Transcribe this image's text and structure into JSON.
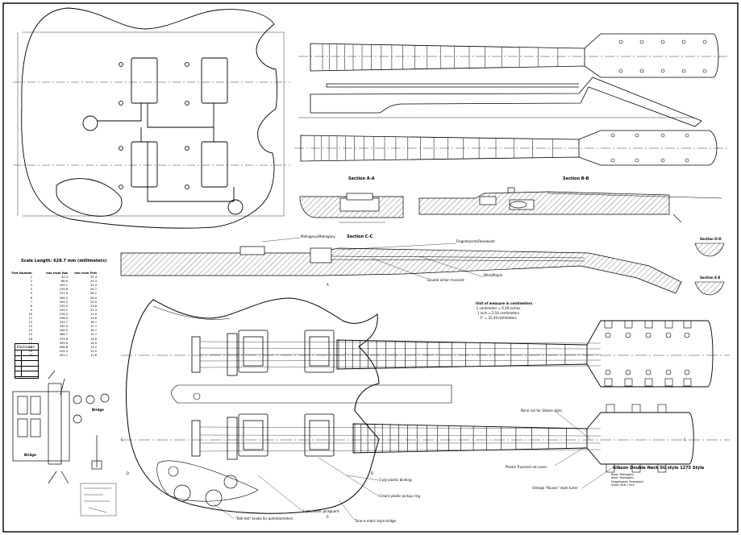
{
  "sheet": {
    "title_block": "Gibson Double Neck SG style 1275 Style",
    "scale_title": "Scale Length: 628.7 mm (millimeters)",
    "fret_table": {
      "headers": [
        "Fret Number",
        "mm from Nut",
        "mm from Fret"
      ],
      "rows": [
        [
          "1",
          "35.3",
          "35.3"
        ],
        [
          "2",
          "68.6",
          "33.3"
        ],
        [
          "3",
          "100.1",
          "31.5"
        ],
        [
          "4",
          "129.8",
          "29.7"
        ],
        [
          "5",
          "157.9",
          "28.1"
        ],
        [
          "6",
          "184.3",
          "26.5"
        ],
        [
          "7",
          "209.3",
          "25.0"
        ],
        [
          "8",
          "232.9",
          "23.6"
        ],
        [
          "9",
          "255.2",
          "22.3"
        ],
        [
          "10",
          "276.2",
          "21.0"
        ],
        [
          "11",
          "296.0",
          "19.8"
        ],
        [
          "12",
          "314.7",
          "18.7"
        ],
        [
          "13",
          "332.4",
          "17.7"
        ],
        [
          "14",
          "349.0",
          "16.7"
        ],
        [
          "15",
          "364.7",
          "15.7"
        ],
        [
          "16",
          "379.6",
          "14.8"
        ],
        [
          "17",
          "393.6",
          "14.0"
        ],
        [
          "18",
          "406.8",
          "13.2"
        ],
        [
          "19",
          "419.3",
          "12.5"
        ],
        [
          "20",
          "431.1",
          "11.8"
        ]
      ]
    },
    "units_note": {
      "title": "Unit of measure in centimeters",
      "lines": [
        "1 centimeter = 0.39 inches",
        "1 inch = 2.54 centimeters",
        "1\" = 25.40 millimeters"
      ]
    },
    "section_labels": {
      "a": "Section A-A",
      "b": "Section B-B",
      "c": "Section C-C",
      "d": "Section D-D",
      "e": "Section E-E"
    },
    "callouts": {
      "mahogany": "Mahogany/Mahogany",
      "rosewood": "Fingerboards/Rosewood",
      "truss_rod": "Double action trussrod",
      "nitro_finish": "Nitro/Maple",
      "nut_slot": "Bone nut for Gibson style",
      "nut_plastic": "Plastic Trussrod nut cover",
      "vintage_tuner": "Vintage \"Kluson\" style tuner",
      "bridge": "Tune-o-matic style bridge",
      "binding": "1-ply plastic binding",
      "pickup_ring": "Cream plastic pickup ring",
      "knobs": "\"Bell Hat\" knobs for potentiometers",
      "pickguard": "3-ply plastic pickguard"
    },
    "notes": [
      "Body: Mahogany",
      "Neck: Mahogany",
      "Fingerboard: Rosewood",
      "Scale: 628.7 mm"
    ],
    "electronics": {
      "title": "Electronics"
    },
    "bridge_labels": [
      "Bridge",
      "Bridge"
    ],
    "datum_labels": [
      "A",
      "A",
      "C",
      "C",
      "D",
      "D"
    ]
  }
}
